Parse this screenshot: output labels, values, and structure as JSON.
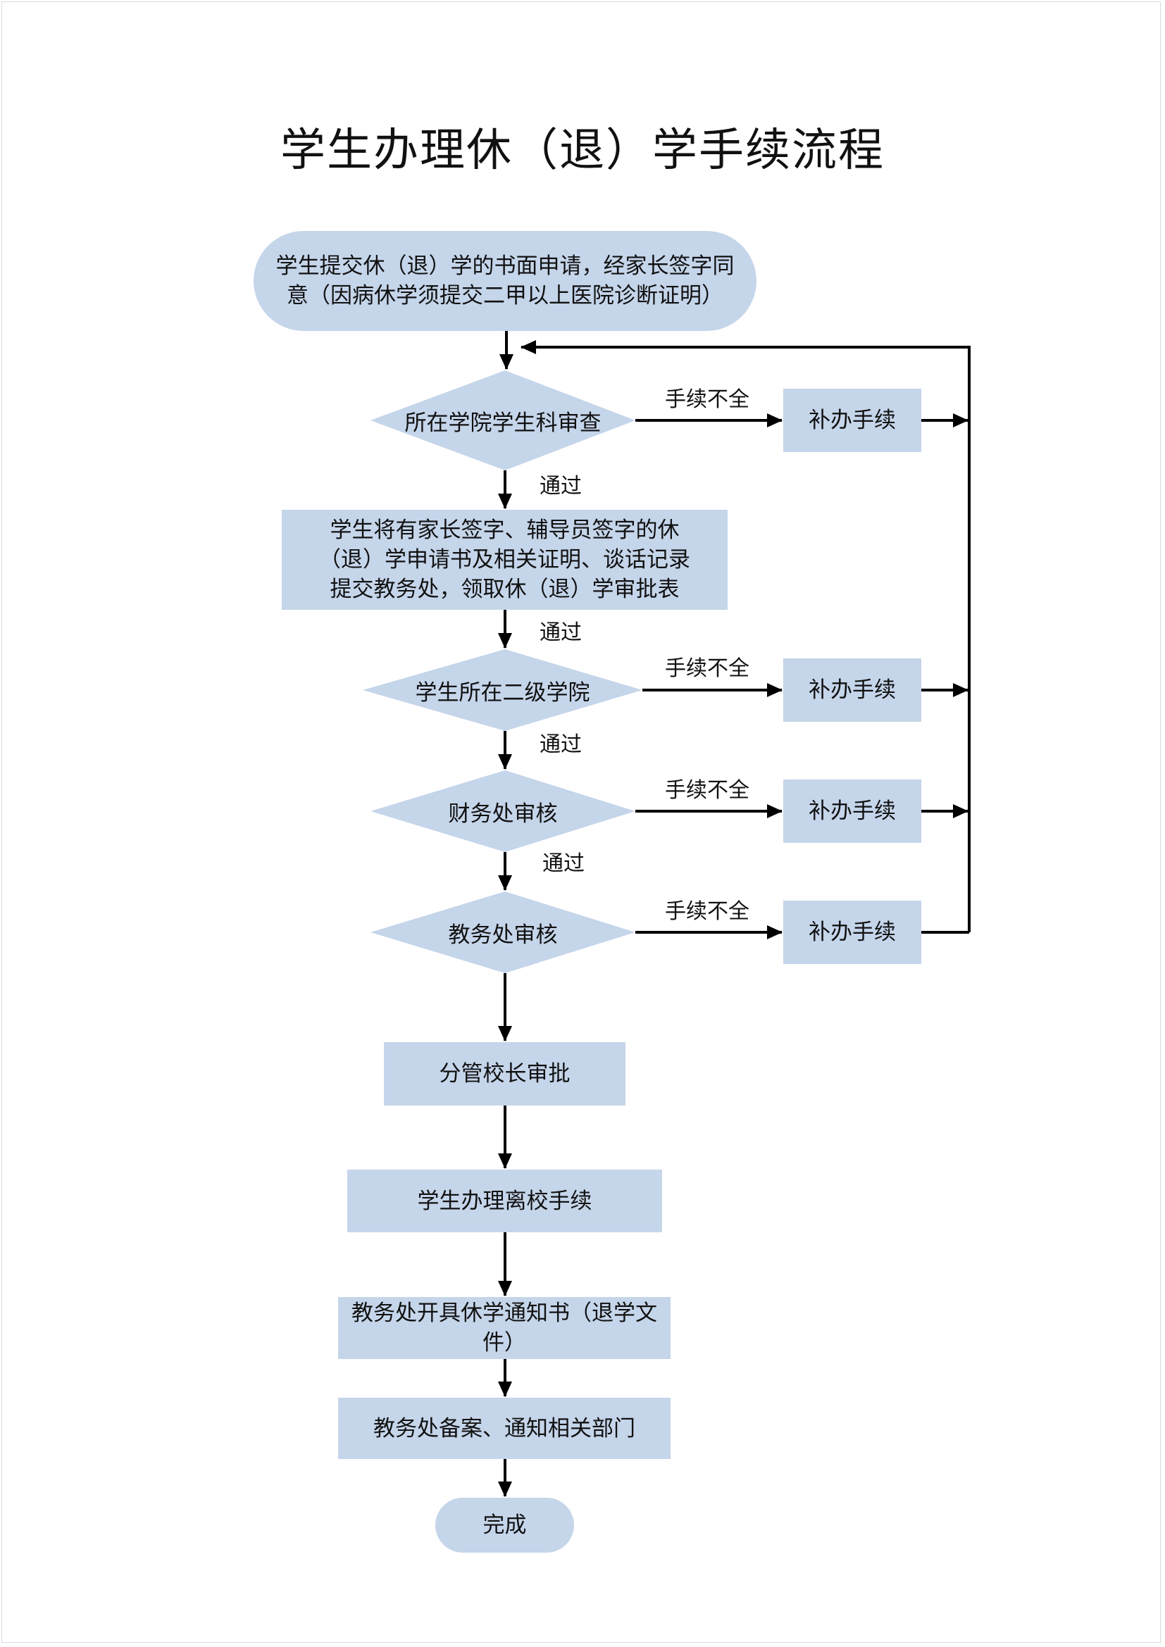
{
  "title": "学生办理休（退）学手续流程",
  "nodes": {
    "start": "学生提交休（退）学的书面申请，经家长签字同意（因病休学须提交二甲以上医院诊断证明）",
    "college_office_review": "所在学院学生科审查",
    "submit_materials": "学生将有家长签字、辅导员签字的休（退）学申请书及相关证明、谈话记录提交教务处，领取休（退）学审批表",
    "secondary_college": "学生所在二级学院",
    "finance_review": "财务处审核",
    "academic_review": "教务处审核",
    "vice_president_approval": "分管校长审批",
    "leave_procedures": "学生办理离校手续",
    "issue_notice": "教务处开具休学通知书（退学文件）",
    "filing_notify": "教务处备案、通知相关部门",
    "done": "完成"
  },
  "supplement_box": "补办手续",
  "edge_labels": {
    "pass": "通过",
    "incomplete": "手续不全"
  },
  "colors": {
    "node_fill": "#c5d5ea",
    "line": "#000000"
  }
}
